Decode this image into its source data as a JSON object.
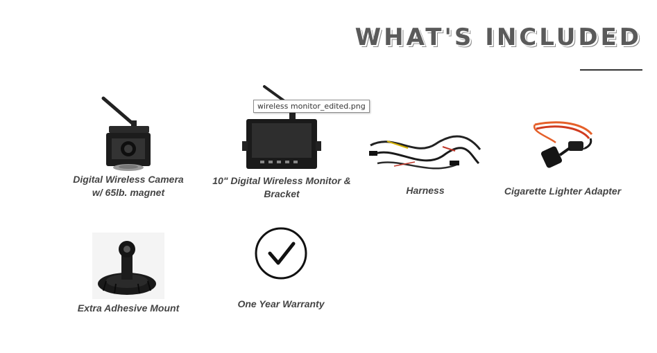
{
  "heading": "WHAT'S INCLUDED",
  "tooltip": "wireless monitor_edited.png",
  "items": [
    {
      "line1": "Digital Wireless Camera",
      "line2": "w/ 65lb. magnet",
      "icon": "camera-icon"
    },
    {
      "line1": "10\" Digital Wireless Monitor &",
      "line2": "Bracket",
      "icon": "monitor-icon"
    },
    {
      "line1": "Harness",
      "icon": "harness-icon"
    },
    {
      "line1": "Cigarette Lighter Adapter",
      "icon": "cigarette-adapter-icon"
    },
    {
      "line1": "Extra Adhesive Mount",
      "icon": "adhesive-mount-icon"
    },
    {
      "line1": "One Year Warranty",
      "icon": "checkmark-icon"
    }
  ]
}
